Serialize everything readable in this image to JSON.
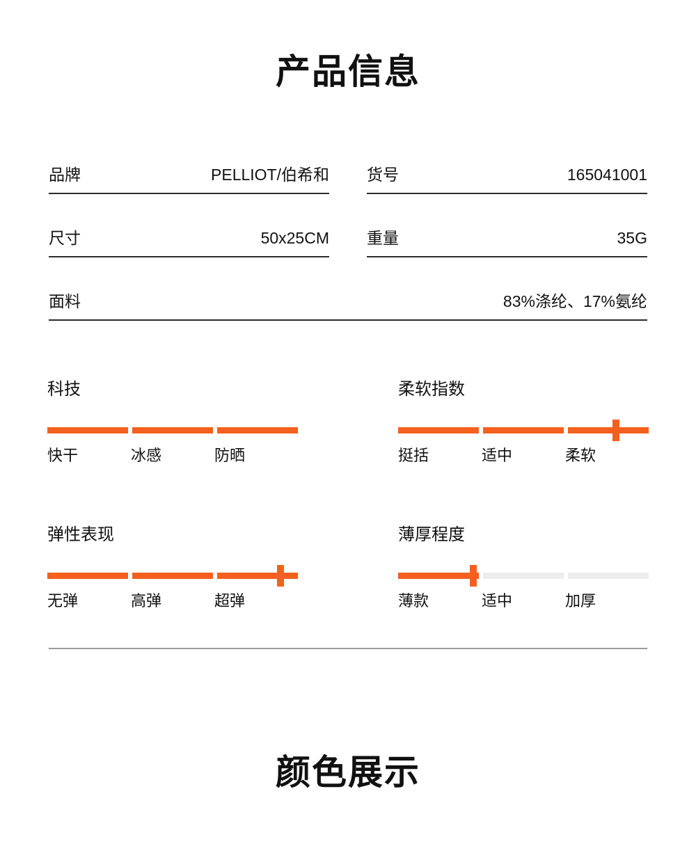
{
  "sections": {
    "product_info_title": "产品信息",
    "color_display_title": "颜色展示"
  },
  "spec_table": {
    "rows": [
      [
        {
          "label": "品牌",
          "value": "PELLIOT/伯希和"
        },
        {
          "label": "货号",
          "value": "165041001"
        }
      ],
      [
        {
          "label": "尺寸",
          "value": "50x25CM"
        },
        {
          "label": "重量",
          "value": "35G"
        }
      ],
      [
        {
          "label": "面料",
          "value": "83%涤纶、17%氨纶"
        }
      ]
    ]
  },
  "meters": [
    {
      "title": "科技",
      "labels": [
        "快干",
        "冰感",
        "防晒"
      ],
      "segments_on": [
        true,
        true,
        true
      ],
      "marker_percent": null
    },
    {
      "title": "柔软指数",
      "labels": [
        "挺括",
        "适中",
        "柔软"
      ],
      "segments_on": [
        true,
        true,
        true
      ],
      "marker_percent": 87
    },
    {
      "title": "弹性表现",
      "labels": [
        "无弹",
        "高弹",
        "超弹"
      ],
      "segments_on": [
        true,
        true,
        true
      ],
      "marker_percent": 93
    },
    {
      "title": "薄厚程度",
      "labels": [
        "薄款",
        "适中",
        "加厚"
      ],
      "segments_on": [
        true,
        false,
        false
      ],
      "marker_percent": 30
    }
  ],
  "colors": {
    "accent_orange": "#f4601d",
    "inactive_gray": "#ededed",
    "divider_gray": "#9a9a9a",
    "text_black": "#111111"
  }
}
